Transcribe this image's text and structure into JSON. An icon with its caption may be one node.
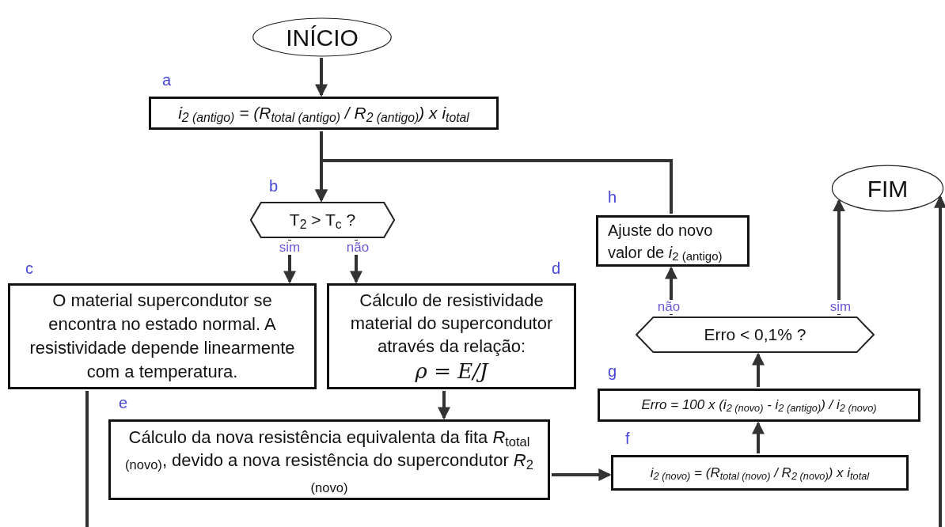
{
  "diagram": {
    "nodes": [
      {
        "text": [
          "INÍCIO"
        ]
      },
      {
        "text": [
          "i$_{2 (antigo)}$ = (R$_{total (antigo)}$ / R$_{2 (antigo)}$) x i$_{total}$"
        ],
        "beside": [
          "a"
        ]
      },
      {
        "text": [
          "T$_{2}$ > T$_{c}$ ?"
        ],
        "beside": [
          "b"
        ]
      },
      {
        "text": [
          "O material supercondutor se encontra no estado normal. A resistividade depende linearmente com a temperatura."
        ],
        "beside": [
          "c"
        ]
      },
      {
        "text": [
          "Cálculo de resistividade material do supercondutor através da relação:",
          "ρ = E/J"
        ],
        "beside": [
          "d"
        ]
      },
      {
        "text": [
          "Cálculo da nova resistência equivalenta da fita *R*$_{total (novo)}$, devido a nova resistência do supercondutor *R*$_{2 (novo)}$"
        ],
        "beside": [
          "e"
        ]
      },
      {
        "text": [
          "i$_{2 (novo)}$ = (R$_{total (novo)}$ / R$_{2 (novo)}$) x i$_{total}$"
        ],
        "beside": [
          "f"
        ]
      },
      {
        "text": [
          "Erro = 100 x (i$_{2 (novo)}$ - i$_{2 (antigo)}$) / i$_{2 (novo)}$"
        ],
        "beside": [
          "g"
        ]
      },
      {
        "text": [
          "Erro < 0,1% ?"
        ]
      },
      {
        "text": [
          "Ajuste do novo valor de *i*$_{2 (antigo)}$"
        ],
        "beside": [
          "h"
        ]
      },
      {
        "text": [
          "FIM"
        ]
      }
    ],
    "edges": [
      {
        "from": 0,
        "to": 1,
        "arrow": "to"
      },
      {
        "from": 1,
        "to": 2,
        "arrow": "to"
      },
      {
        "from": 9,
        "to": 2,
        "arrow": "to"
      },
      {
        "from": 2,
        "to": 3,
        "arrow": "to",
        "label": "sim"
      },
      {
        "from": 2,
        "to": 4,
        "arrow": "to",
        "label": "não"
      },
      {
        "from": 4,
        "to": 5,
        "arrow": "to"
      },
      {
        "from": 5,
        "to": 6,
        "arrow": "to"
      },
      {
        "from": 6,
        "to": 7,
        "arrow": "to"
      },
      {
        "from": 7,
        "to": 8,
        "arrow": "to"
      },
      {
        "from": 8,
        "to": 9,
        "arrow": "to",
        "label": "não"
      },
      {
        "from": 8,
        "to": 10,
        "arrow": "to",
        "label": "sim"
      },
      {
        "from": 3,
        "to": 10,
        "arrow": "to"
      }
    ]
  }
}
